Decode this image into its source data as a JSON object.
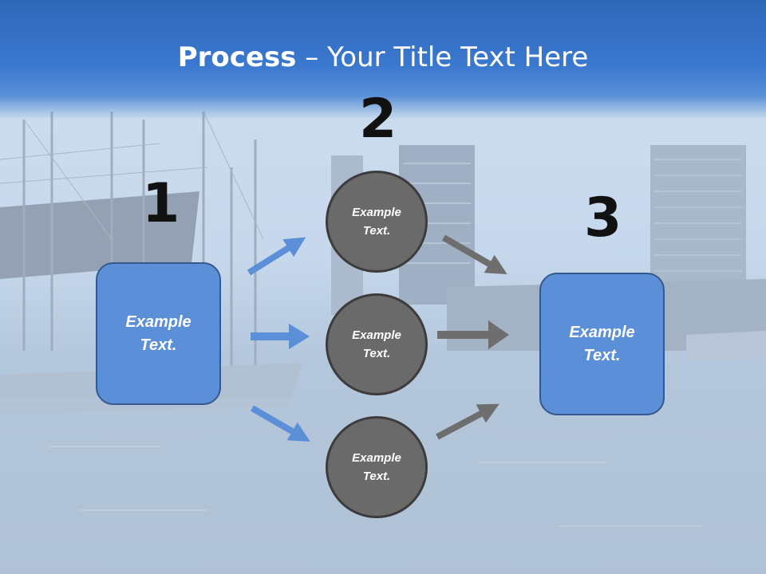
{
  "slide": {
    "title_bold": "Process",
    "title_rest": " – Your Title Text Here"
  },
  "steps": {
    "n1": "1",
    "n2": "2",
    "n3": "3"
  },
  "left_box": {
    "label": "Example\nText."
  },
  "right_box": {
    "label": "Example\nText."
  },
  "circles": [
    {
      "label": "Example\nText."
    },
    {
      "label": "Example\nText."
    },
    {
      "label": "Example\nText."
    }
  ],
  "colors": {
    "box_fill": "#5b8fd8",
    "circle_fill": "#6a6a6a",
    "arrow_blue": "#5b8fd8",
    "arrow_gray": "#6e6e6e"
  }
}
